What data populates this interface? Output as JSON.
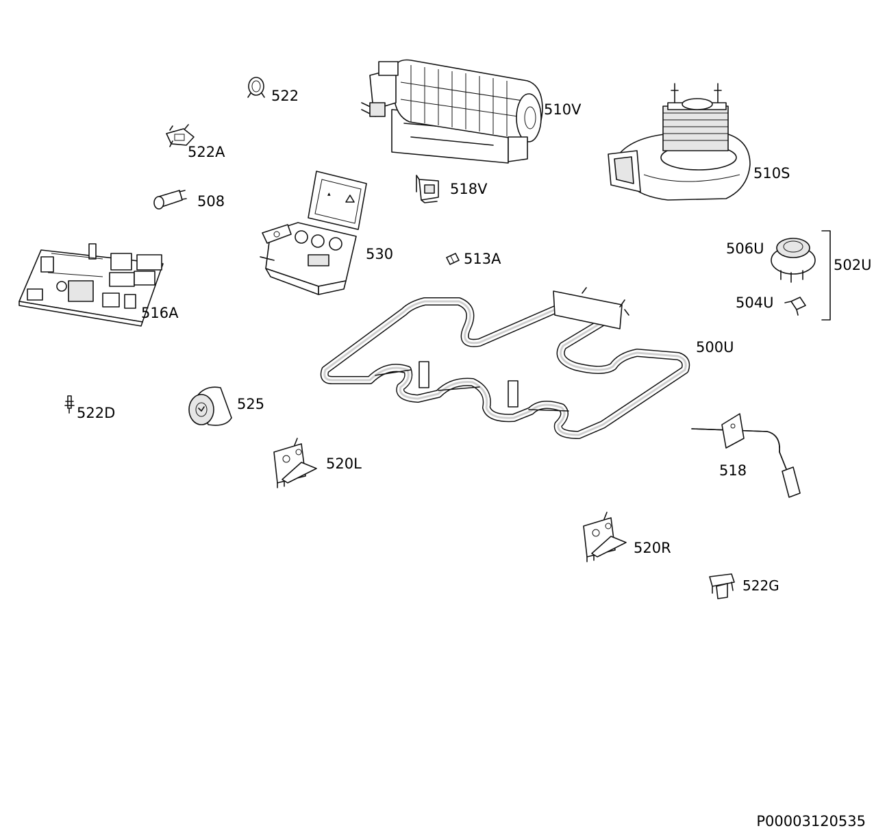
{
  "diagram_id": "P00003120535",
  "parts": [
    {
      "key": "p522",
      "label": "522"
    },
    {
      "key": "p510V",
      "label": "510V"
    },
    {
      "key": "p522A",
      "label": "522A"
    },
    {
      "key": "p510S",
      "label": "510S"
    },
    {
      "key": "p518V",
      "label": "518V"
    },
    {
      "key": "p508",
      "label": "508"
    },
    {
      "key": "p530",
      "label": "530"
    },
    {
      "key": "p513A",
      "label": "513A"
    },
    {
      "key": "p506U",
      "label": "506U"
    },
    {
      "key": "p502U",
      "label": "502U"
    },
    {
      "key": "p516A",
      "label": "516A"
    },
    {
      "key": "p504U",
      "label": "504U"
    },
    {
      "key": "p500U",
      "label": "500U"
    },
    {
      "key": "p522D",
      "label": "522D"
    },
    {
      "key": "p525",
      "label": "525"
    },
    {
      "key": "p518",
      "label": "518"
    },
    {
      "key": "p520L",
      "label": "520L"
    },
    {
      "key": "p520R",
      "label": "520R"
    },
    {
      "key": "p522G",
      "label": "522G"
    }
  ]
}
